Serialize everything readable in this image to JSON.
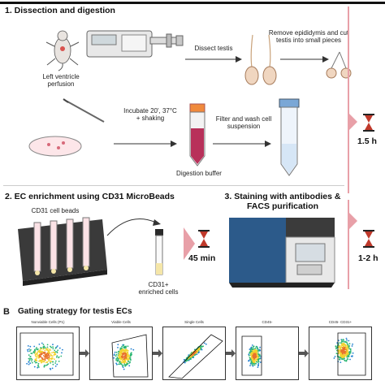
{
  "panel_a": {
    "section1_title": "1. Dissection and digestion",
    "perfusion_label": "Left ventricle perfusion",
    "dissect_label": "Dissect testis",
    "remove_label": "Remove epididymis and cut testis into small pieces",
    "incubate_label": "Incubate 20', 37°C + shaking",
    "digestion_label": "Digestion buffer",
    "filter_label": "Filter and wash cell suspension",
    "time1": "1.5 h",
    "section2_title": "2. EC enrichment using CD31 MicroBeads",
    "beads_label": "CD31 cell beads",
    "enriched_label": "CD31+ enriched cells",
    "time2": "45 min",
    "section3_title": "3. Staining with antibodies & FACS purification",
    "time3": "1-2 h"
  },
  "panel_b": {
    "letter": "B",
    "title": "Gating strategy for testis ECs",
    "gates": [
      {
        "title": "Nonviable Cells (P1)"
      },
      {
        "title": "Viable Cells"
      },
      {
        "title": "Single Cells"
      },
      {
        "title": "CD45-"
      },
      {
        "title": "CD45- CD31+"
      }
    ]
  },
  "colors": {
    "accent_pink": "#e8a0a8",
    "hourglass_red": "#c0392b",
    "machine_blue": "#2c5a8a",
    "tube_red": "#b8315a"
  }
}
